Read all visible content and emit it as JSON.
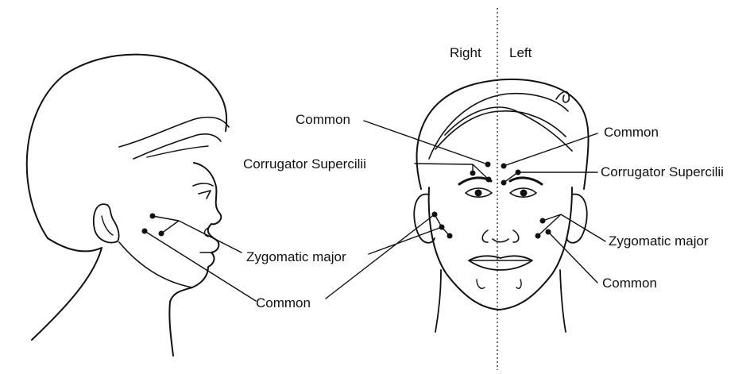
{
  "figure": {
    "side_labels": {
      "right": "Right",
      "left": "Left"
    },
    "profile_view": {
      "labels": {
        "zygomatic": "Zygomatic major",
        "common": "Common"
      }
    },
    "frontal_view": {
      "right_side": {
        "common_brow": "Common",
        "corrugator": "Corrugator Supercilii"
      },
      "left_side": {
        "common_brow": "Common",
        "corrugator": "Corrugator Supercilii",
        "zygomatic": "Zygomatic major",
        "common_cheek": "Common"
      }
    }
  },
  "colors": {
    "ink": "#111111",
    "background": "#ffffff"
  }
}
